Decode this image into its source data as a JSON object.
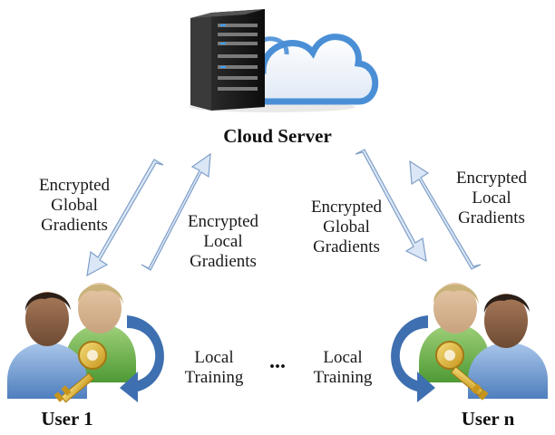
{
  "server": {
    "label": "Cloud Server"
  },
  "users": [
    {
      "label": "User 1",
      "training_label": [
        "Local",
        "Training"
      ]
    },
    {
      "label": "User n",
      "training_label": [
        "Local",
        "Training"
      ]
    }
  ],
  "ellipsis": "...",
  "arrows": {
    "left_down": [
      "Encrypted",
      "Global",
      "Gradients"
    ],
    "left_up": [
      "Encrypted",
      "Local",
      "Gradients"
    ],
    "right_down": [
      "Encrypted",
      "Global",
      "Gradients"
    ],
    "right_up": [
      "Encrypted",
      "Local",
      "Gradients"
    ]
  },
  "colors": {
    "arrow_fill": "#dbe7f6",
    "arrow_stroke": "#7f9fc8",
    "curve_arrow": "#3e6fb0",
    "cloud": "#4a8fd6",
    "key": "#e2b93b"
  }
}
